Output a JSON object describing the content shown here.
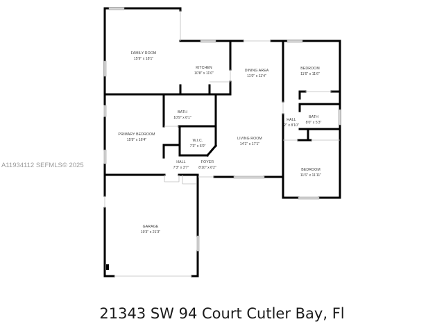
{
  "watermark": "A11934112  SEFMLS© 2025",
  "address": "21343 SW 94 Court Cutler Bay, Fl",
  "colors": {
    "wall": "#000000",
    "window": "#c8c8c8",
    "label": "#3a3a3a",
    "watermark": "#9a9a9a"
  },
  "rooms": {
    "family_room": {
      "name": "FAMILY ROOM",
      "dims": "15'9\" x 18'1\""
    },
    "kitchen": {
      "name": "KITCHEN",
      "dims": "10'8\" x 11'0\""
    },
    "dining_area": {
      "name": "DINING AREA",
      "dims": "11'0\" x 11'4\""
    },
    "bedroom_1": {
      "name": "BEDROOM",
      "dims": "11'6\" x 11'6\""
    },
    "bath_1": {
      "name": "BATH",
      "dims": "10'9\" x 6'1\""
    },
    "primary_bedroom": {
      "name": "PRIMARY BEDROOM",
      "dims": "15'9\" x 16'4\""
    },
    "wic": {
      "name": "W.I.C.",
      "dims": "7'3\" x 6'0\""
    },
    "living_room": {
      "name": "LIVING ROOM",
      "dims": "14'1\" x 17'1\""
    },
    "hall_1": {
      "name": "HALL",
      "dims": "2\" x 8'10\""
    },
    "bath_2": {
      "name": "BATH",
      "dims": "8'0\" x 5'3\""
    },
    "hall_2": {
      "name": "HALL",
      "dims": "7'3\" x 3'7\""
    },
    "foyer": {
      "name": "FOYER",
      "dims": "8'10\" x 6'2\""
    },
    "bedroom_2": {
      "name": "BEDROOM",
      "dims": "11'6\" x 11'11\""
    },
    "garage": {
      "name": "GARAGE",
      "dims": "19'3\" x 21'3\""
    }
  }
}
